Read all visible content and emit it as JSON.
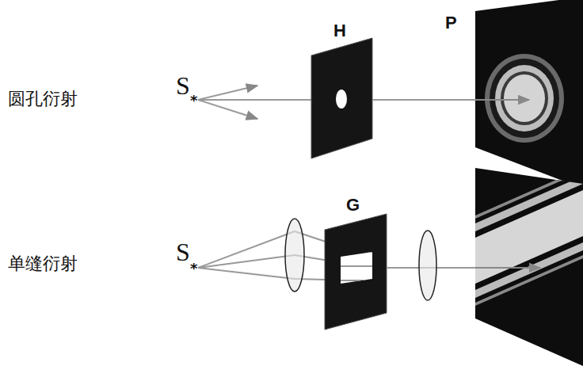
{
  "diagram": {
    "labels": [
      "圆孔衍射",
      "S",
      "*",
      "H",
      "P",
      "单缝衍射",
      "S",
      "*",
      "G"
    ]
  }
}
